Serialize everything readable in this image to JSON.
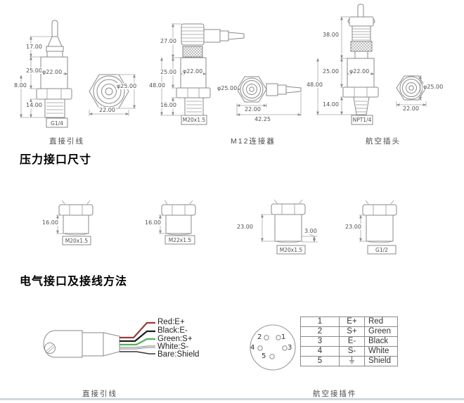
{
  "colors": {
    "line": "#8c8c8c",
    "dim_line": "#a6a6a6",
    "text": "#4a4a4a",
    "bottom_border": "#cbd9e2",
    "wire_red": "#993b3b",
    "wire_black": "#1c1c1c",
    "wire_green": "#4fb553",
    "wire_white": "#f0f0f0",
    "wire_bare": "#333333"
  },
  "headings": {
    "pressure": "压力接口尺寸",
    "electrical": "电气接口及接线方法"
  },
  "sensors": [
    {
      "label": "直接引线",
      "dims": {
        "top_h": "17.00",
        "body_h": "25.00",
        "overall": "8.00",
        "thread_h": "14.00",
        "body_dia": "φ22.00",
        "thread_spec": "G1/4"
      },
      "side": {
        "dia": "φ25.00",
        "across": "22.00"
      }
    },
    {
      "label": "M12连接器",
      "dims": {
        "top_h": "27.00",
        "body_h": "25.00",
        "overall": "48.00",
        "thread_h": "16.00",
        "body_dia": "φ22.00",
        "thread_spec": "M20x1.5"
      },
      "side": {
        "dia": "φ25.00",
        "across": "22.00",
        "total": "42.25"
      }
    },
    {
      "label": "航空插头",
      "dims": {
        "top_h": "38.00",
        "body_h": "25.00",
        "overall": "48.00",
        "thread_h": "14.00",
        "body_dia": "φ22.00",
        "thread_spec": "NPT1/4"
      },
      "side": {
        "dia": "φ25.00",
        "across": "22.00"
      }
    }
  ],
  "threads": [
    {
      "height": "16.00",
      "spec": "M20x1.5"
    },
    {
      "height": "16.00",
      "spec": "M22x1.5"
    },
    {
      "height": "23.00",
      "spec": "M20x1.5",
      "chamfer": "3.00"
    },
    {
      "height": "23.00",
      "spec": "G1/2"
    }
  ],
  "wiring": {
    "label": "直接引线",
    "wires": [
      {
        "name": "Red:E+",
        "color": "#993b3b"
      },
      {
        "name": "Black:E-",
        "color": "#1c1c1c"
      },
      {
        "name": "Green:S+",
        "color": "#4fb553"
      },
      {
        "name": "White:S-",
        "color": "#f0f0f0"
      },
      {
        "name": "Bare:Shield",
        "color": "#333333"
      }
    ]
  },
  "connector": {
    "label": "航空接插件",
    "pins": [
      "1",
      "2",
      "3",
      "4",
      "5"
    ],
    "table": [
      {
        "pin": "1",
        "signal": "E+",
        "wire": "Red"
      },
      {
        "pin": "2",
        "signal": "S+",
        "wire": "Green"
      },
      {
        "pin": "3",
        "signal": "E-",
        "wire": "Black"
      },
      {
        "pin": "4",
        "signal": "S-",
        "wire": "White"
      },
      {
        "pin": "5",
        "signal": "⏚",
        "wire": "Shield"
      }
    ]
  }
}
